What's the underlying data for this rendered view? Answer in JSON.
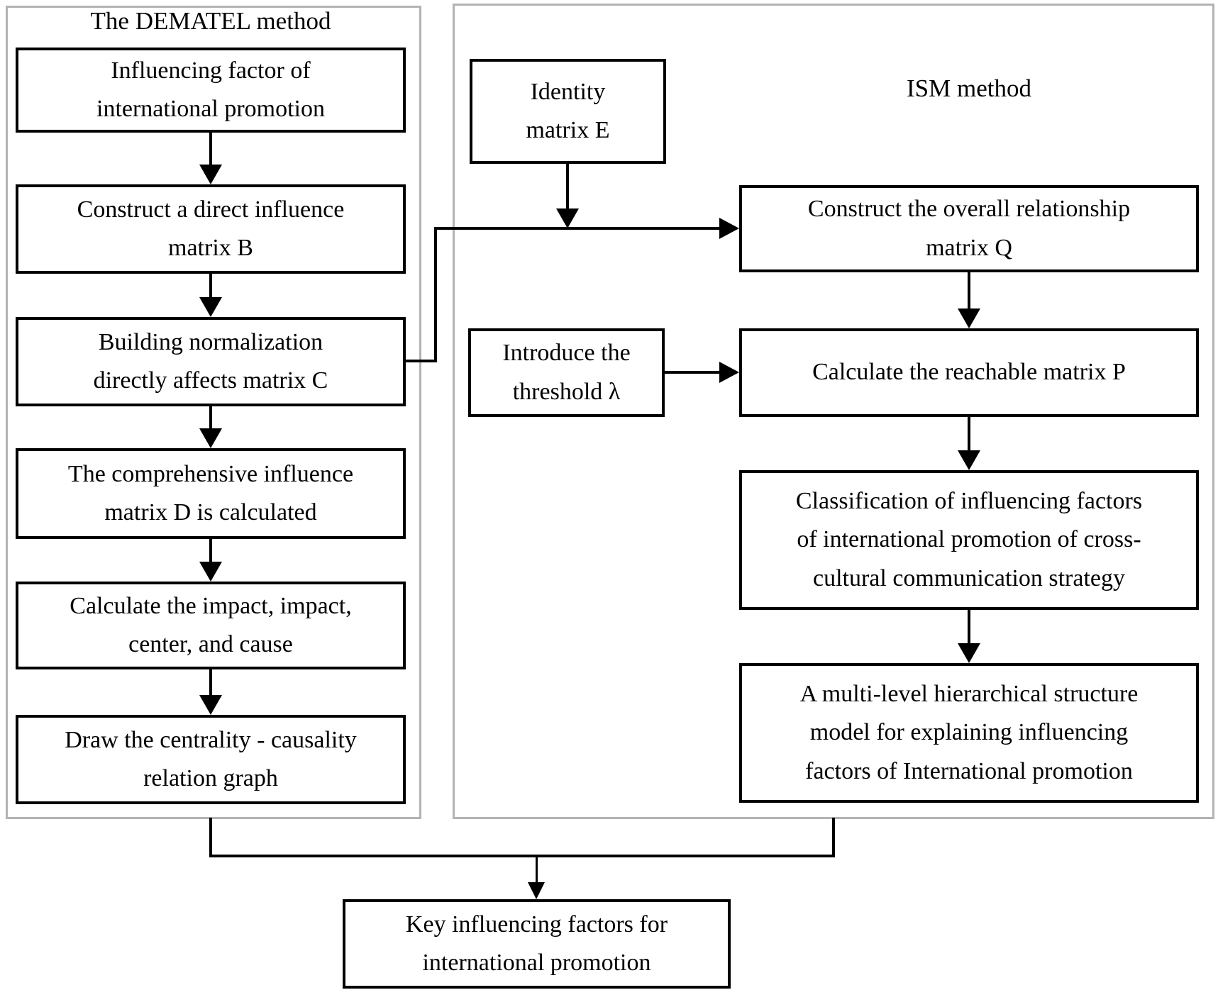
{
  "dematel": {
    "title": "The DEMATEL method",
    "steps": [
      "Influencing factor of\ninternational promotion",
      "Construct a direct influence\nmatrix B",
      "Building normalization\ndirectly affects matrix C",
      "The comprehensive influence\nmatrix D is calculated",
      "Calculate the impact, impact,\ncenter, and cause",
      "Draw the centrality - causality\nrelation graph"
    ]
  },
  "ism": {
    "title": "ISM method",
    "identity_box": "Identity\nmatrix E",
    "threshold_box": "Introduce the\nthreshold λ",
    "steps": [
      "Construct the overall relationship\nmatrix Q",
      "Calculate the reachable matrix P",
      "Classification of influencing factors\nof international promotion of cross-\ncultural communication strategy",
      "A multi-level hierarchical structure\nmodel for explaining influencing\nfactors of International promotion"
    ]
  },
  "output_box": "Key influencing factors for\ninternational promotion",
  "colors": {
    "line_color": "#000000",
    "panel_border": "#b3b3b3",
    "bg": "#ffffff"
  }
}
